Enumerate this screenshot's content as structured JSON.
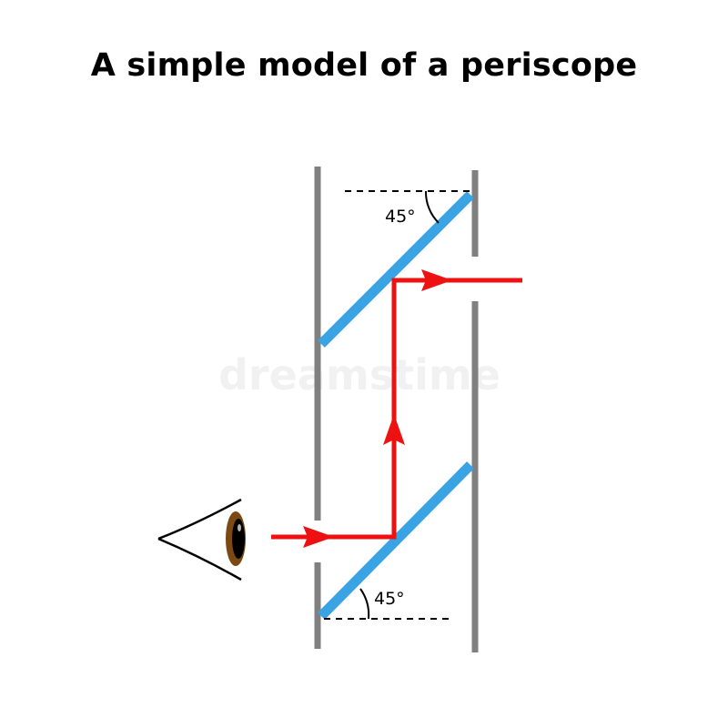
{
  "title": "A simple model of a periscope",
  "labels": {
    "top_angle": "45°",
    "bottom_angle": "45°"
  },
  "watermark": "dreamstime",
  "colors": {
    "tube_wall": "#808080",
    "mirror": "#3aa3e3",
    "light_ray": "#ee1111",
    "angle_marks": "#000000",
    "eye_iris": "#7a4a12"
  },
  "icons": {
    "eye": "eye-icon",
    "arrow": "arrow-head"
  }
}
